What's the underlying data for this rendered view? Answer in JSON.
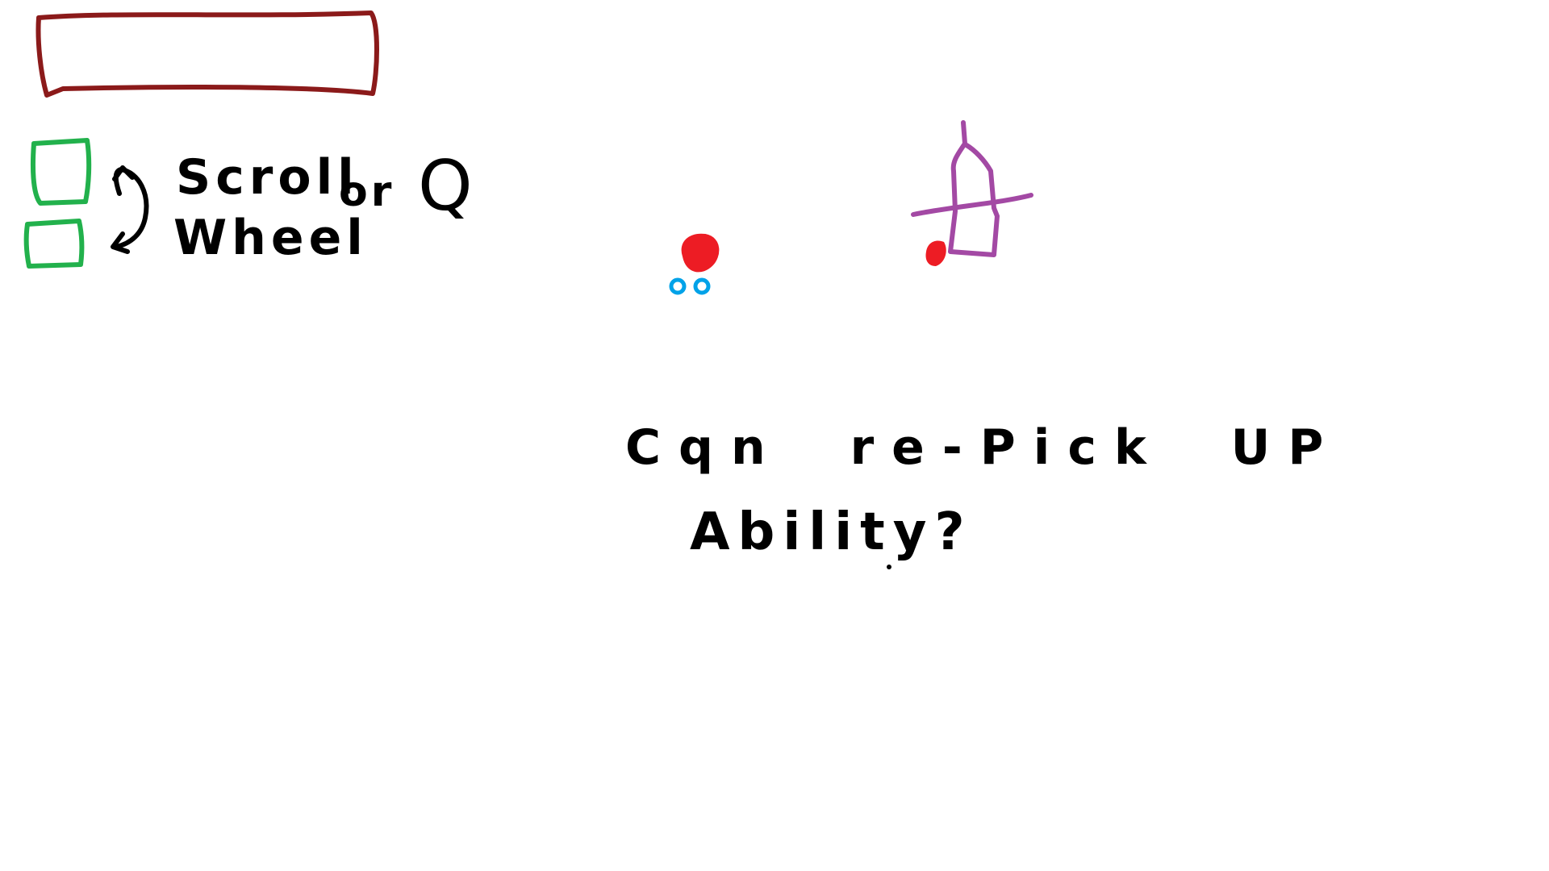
{
  "hud": {
    "controls": {
      "scroll_label": "Scroll",
      "wheel_label": "Wheel",
      "or_label": "or",
      "key_label": "Q"
    },
    "health_bar_color": "#8b1a1a",
    "ability_slot_color": "#22b14c"
  },
  "scene": {
    "player": {
      "body_color": "#ed1c24",
      "feet_color": "#00a2e8",
      "icon": "player-blob"
    },
    "pickup": {
      "color": "#a349a4",
      "icon": "ability-pickup-totem",
      "marker_color": "#ed1c24"
    }
  },
  "prompt": {
    "line1": "Cqn re-Pick UP",
    "line2": "Ability?"
  }
}
